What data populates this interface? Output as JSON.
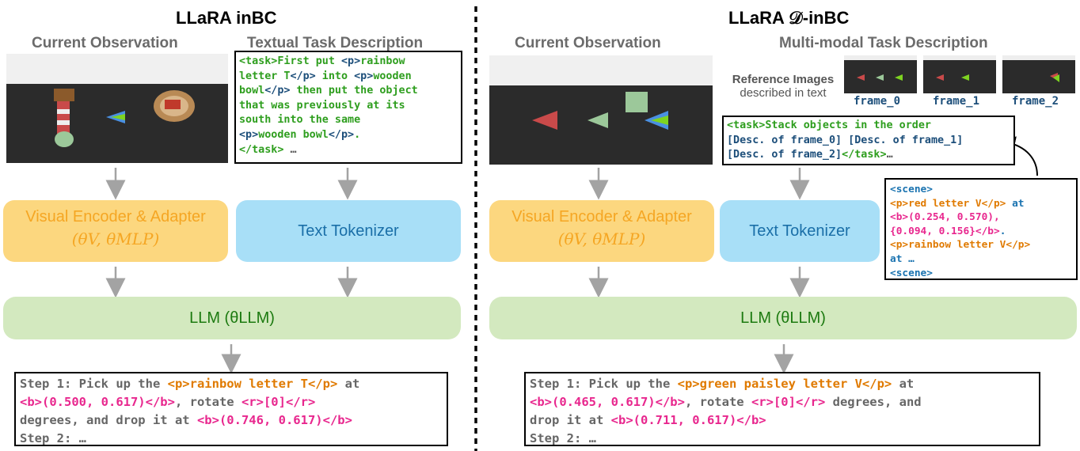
{
  "left": {
    "title": "LLaRA inBC",
    "obs_heading": "Current Observation",
    "task_heading": "Textual Task Description",
    "task_text": {
      "l1a": "<task>First put ",
      "l1b": "<p>",
      "l1c": "rainbow",
      "l2a": "letter T",
      "l2b": "</p>",
      "l2c": " into ",
      "l2d": "<p>",
      "l2e": "wooden",
      "l3a": "bowl",
      "l3b": "</p>",
      "l3c": " then put the object",
      "l4": "that was previously at its",
      "l5": "south into the same",
      "l6a": "<p>",
      "l6b": "wooden bowl",
      "l6c": "</p>",
      "l6d": ".",
      "l7a": "</task>",
      "l7b": " …"
    },
    "encoder_label": "Visual Encoder & Adapter",
    "encoder_params": "(θV, θMLP)",
    "tokenizer_label": "Text Tokenizer",
    "llm_label": "LLM (θLLM)",
    "output": {
      "l1a": "Step 1: Pick up the ",
      "l1b": "<p>rainbow letter T</p>",
      "l1c": " at",
      "l2a": "<b>(0.500, 0.617)</b>",
      "l2b": ", rotate ",
      "l2c": "<r>[0]</r>",
      "l3a": "degrees, and drop it at ",
      "l3b": "<b>(0.746, 0.617)</b>",
      "l4": "Step 2: …"
    }
  },
  "right": {
    "title": "LLaRA 𝒟-inBC",
    "obs_heading": "Current Observation",
    "task_heading": "Multi-modal Task Description",
    "ref_label_1": "Reference Images",
    "ref_label_2": "described in text",
    "frames": [
      "frame_0",
      "frame_1",
      "frame_2"
    ],
    "task_text": {
      "l1": "<task>Stack objects in the order",
      "l2": "[Desc. of frame_0] [Desc. of frame_1]",
      "l3a": "[Desc. of frame_2]",
      "l3b": "</task>",
      "l3c": "…"
    },
    "scene_desc": {
      "l1": "<scene>",
      "l2a": "<p>red letter V</p>",
      "l2b": " at",
      "l3": "<b>(0.254, 0.570),",
      "l4a": "{0.094, 0.156}</b>",
      "l4b": ".",
      "l5": "<p>rainbow letter V</p>",
      "l6": "at …",
      "l7": "<scene>"
    },
    "encoder_label": "Visual Encoder & Adapter",
    "encoder_params": "(θV, θMLP)",
    "tokenizer_label": "Text Tokenizer",
    "llm_label": "LLM (θLLM)",
    "output": {
      "l1a": "Step 1: Pick up the ",
      "l1b": "<p>green paisley letter V</p>",
      "l1c": " at",
      "l2a": "<b>(0.465, 0.617)</b>",
      "l2b": ", rotate ",
      "l2c": "<r>[0]</r>",
      "l2d": " degrees, and",
      "l3a": "drop it at ",
      "l3b": "<b>(0.711, 0.617)</b>",
      "l4": "Step 2: …"
    }
  },
  "colors": {
    "encoder_bg": "#fcd77f",
    "encoder_text": "#f5a623",
    "tokenizer_bg": "#a8dff7",
    "tokenizer_text": "#1a6fa8",
    "llm_bg": "#d3e9bf",
    "llm_text": "#1c7a10",
    "task_green": "#2e9e1e",
    "tag_orange": "#e07a00",
    "coord_pink": "#e8278e"
  }
}
